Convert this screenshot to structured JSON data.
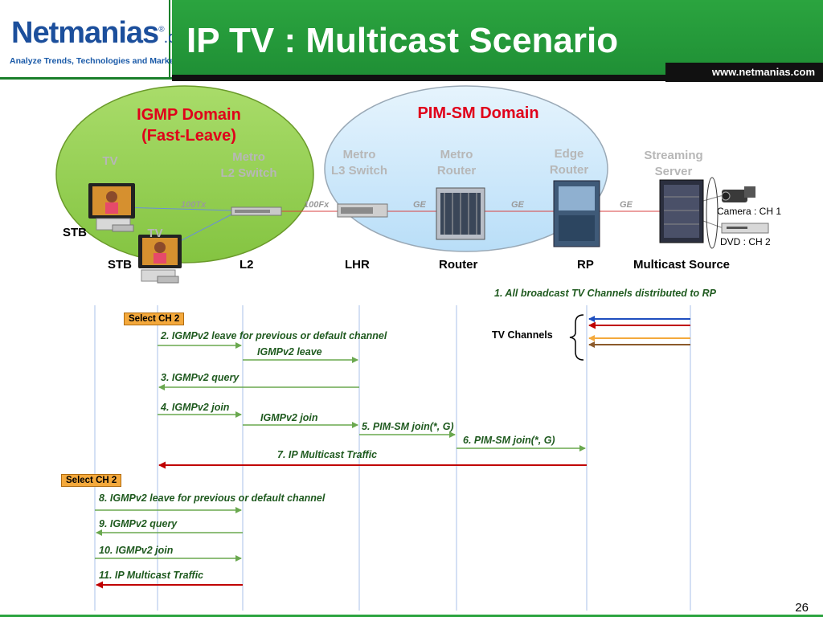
{
  "header": {
    "logo_name": "Netmanias",
    "logo_suffix": ".com",
    "logo_registered": "®",
    "logo_tagline": "Analyze Trends, Technologies and Market",
    "title": "IP TV : Multicast Scenario",
    "url": "www.netmanias.com"
  },
  "domains": {
    "igmp_line1": "IGMP Domain",
    "igmp_line2": "(Fast-Leave)",
    "pim": "PIM-SM Domain"
  },
  "devices": {
    "tv1": "TV",
    "tv2": "TV",
    "metro_l2_line1": "Metro",
    "metro_l2_line2": "L2 Switch",
    "metro_l3_line1": "Metro",
    "metro_l3_line2": "L3 Switch",
    "metro_router_line1": "Metro",
    "metro_router_line2": "Router",
    "edge_router_line1": "Edge",
    "edge_router_line2": "Router",
    "streaming_line1": "Streaming",
    "streaming_line2": "Server",
    "stb_top": "STB",
    "camera": "Camera : CH 1",
    "dvd": "DVD : CH 2"
  },
  "links": {
    "l1": "100Tx",
    "l2": "100Fx",
    "l3": "GE",
    "l4": "GE",
    "l5": "GE"
  },
  "nodes": [
    "STB",
    "L2",
    "LHR",
    "Router",
    "RP",
    "Multicast Source"
  ],
  "colors": {
    "green_band": "#2ba43f",
    "igmp_fill": "#92d050",
    "pim_fill": "#cce8fb",
    "red": "#c00000",
    "green_arrow": "#6aa84f",
    "blue": "#1f4fbf",
    "orange": "#f4a93c",
    "brown": "#8b5a2b"
  },
  "steps": {
    "s1": "1. All broadcast TV Channels distributed to RP",
    "tv_channels": "TV Channels",
    "select1": "Select CH 2",
    "s2": "2. IGMPv2 leave for previous or default channel",
    "s2b": "IGMPv2 leave",
    "s3": "3. IGMPv2 query",
    "s4": "4. IGMPv2 join",
    "s4b": "IGMPv2 join",
    "s5": "5. PIM-SM join(*, G)",
    "s6": "6. PIM-SM join(*, G)",
    "s7": "7. IP Multicast Traffic",
    "select2": "Select CH 2",
    "s8": "8. IGMPv2 leave for previous or default channel",
    "s9": "9. IGMPv2 query",
    "s10": "10. IGMPv2 join",
    "s11": "11. IP Multicast Traffic"
  },
  "page_number": "26"
}
